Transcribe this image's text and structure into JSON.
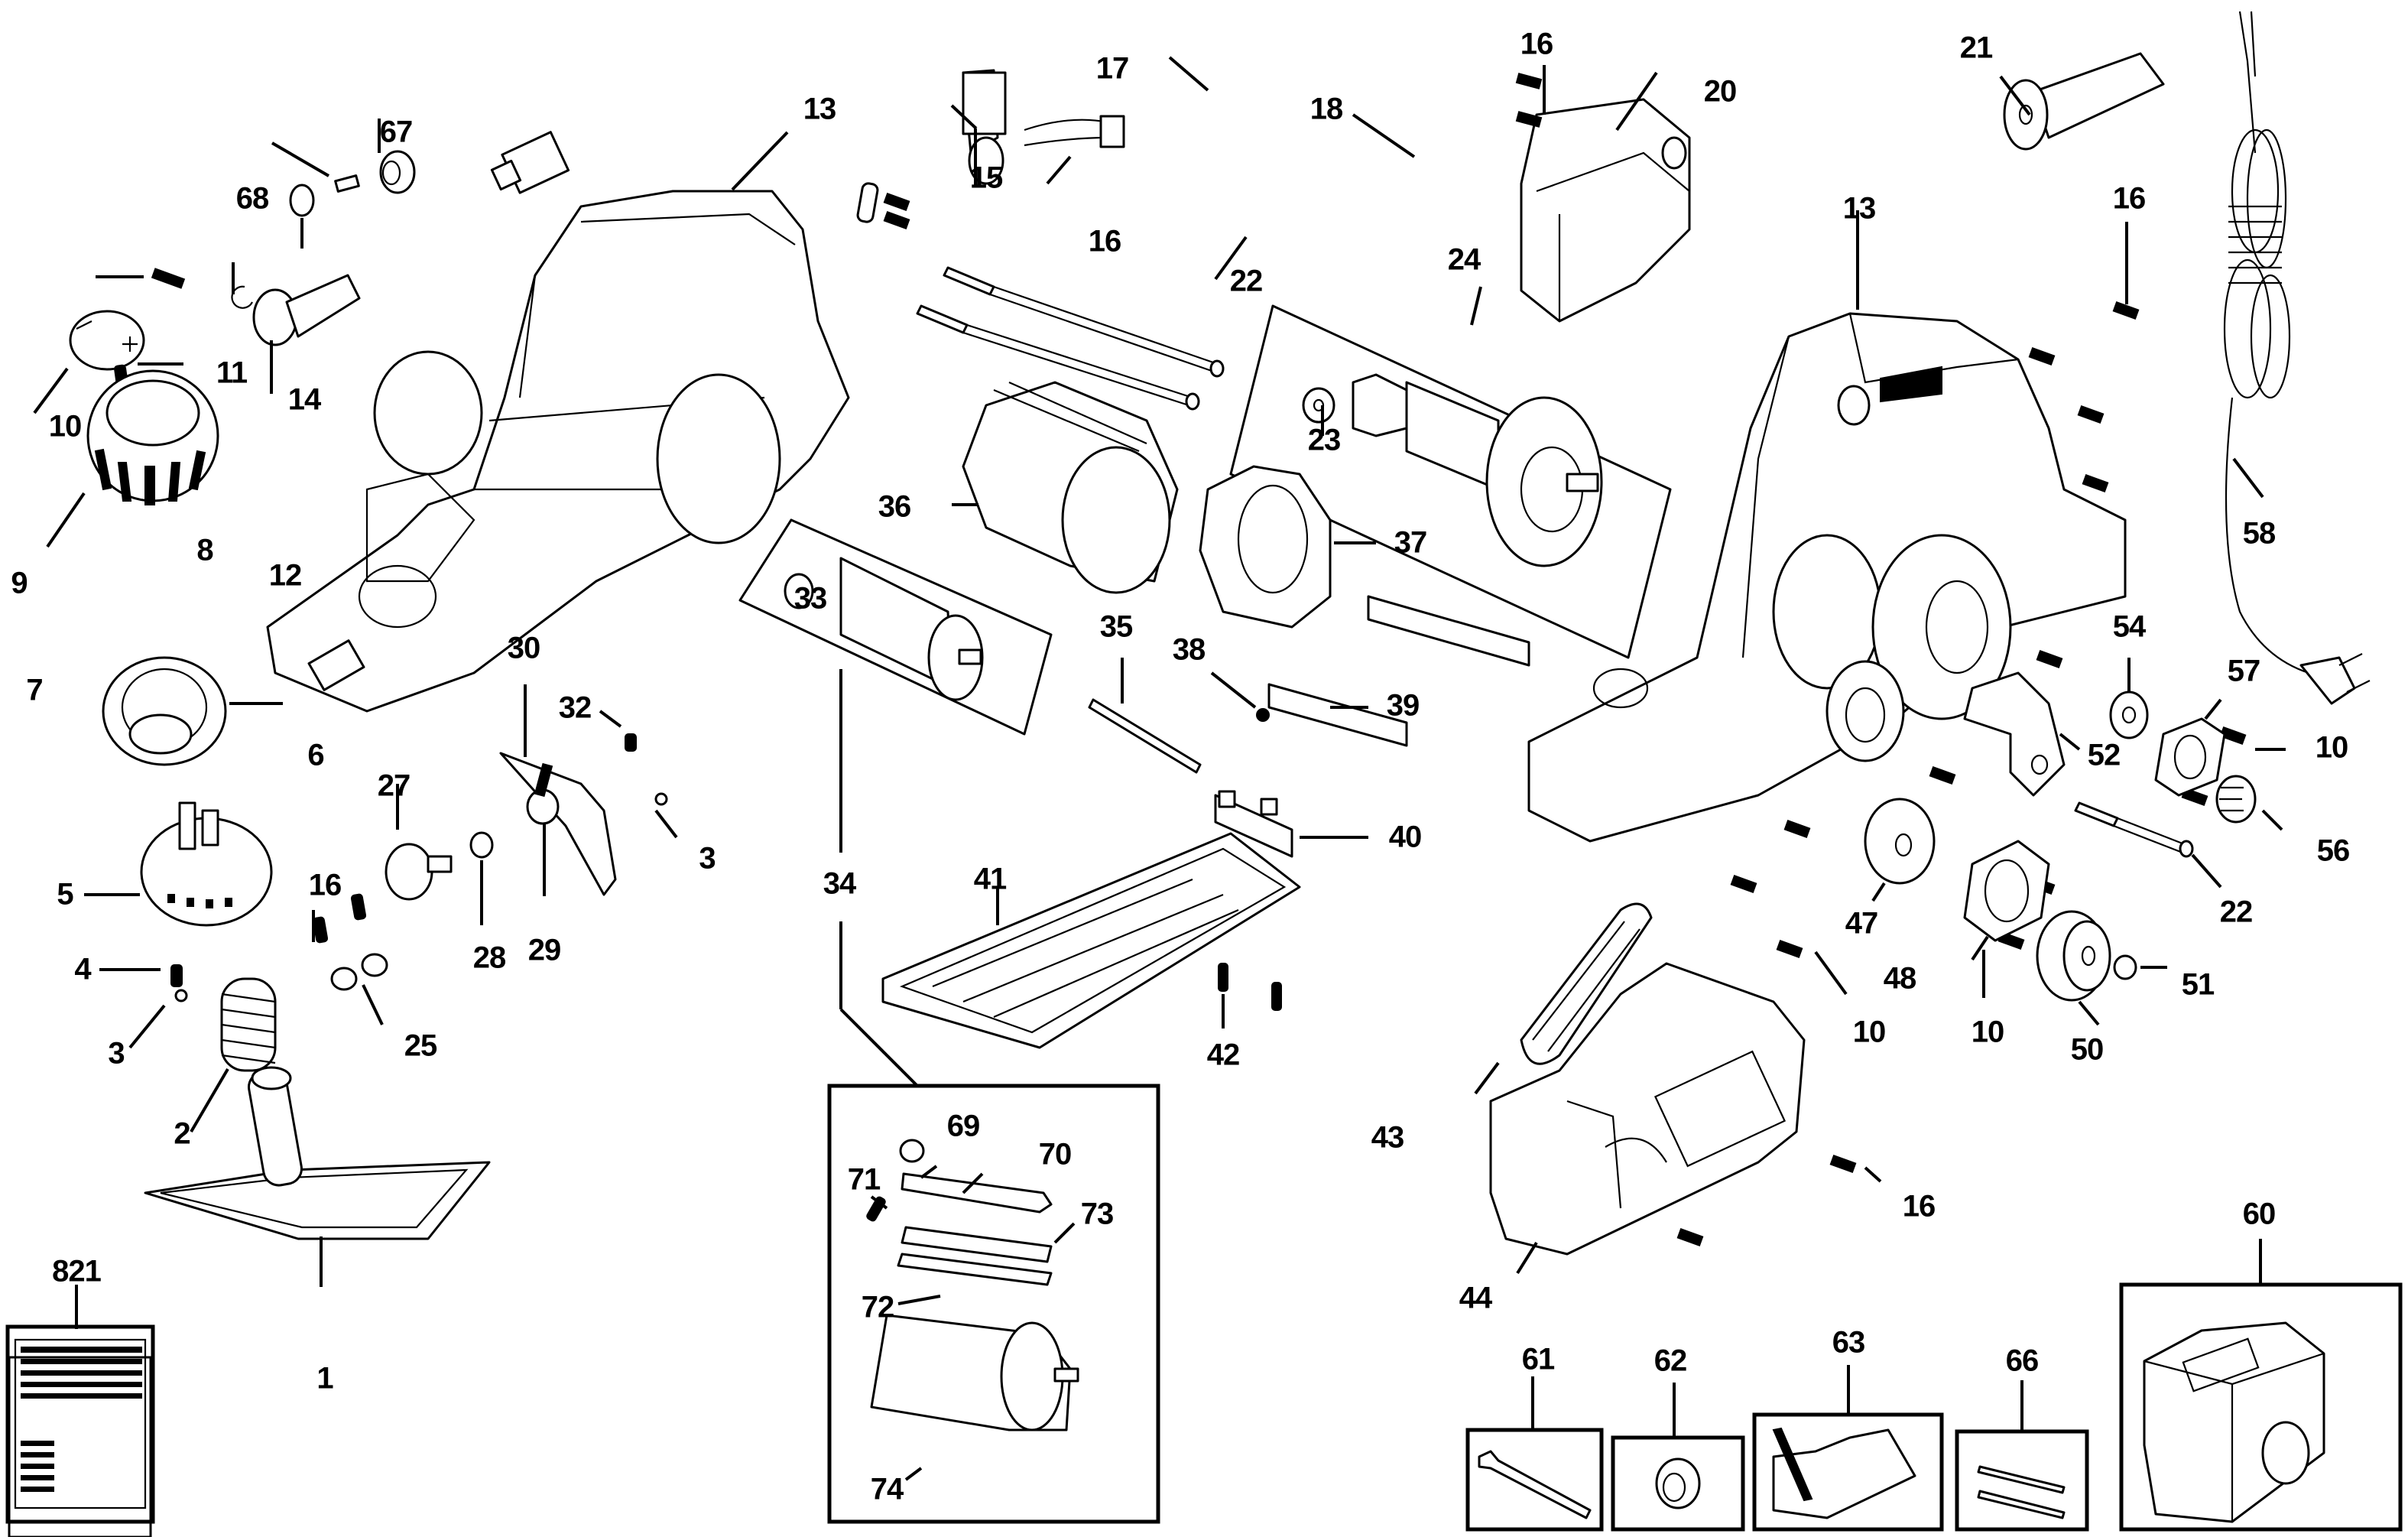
{
  "diagram": {
    "type": "exploded-parts-view",
    "subject": "electric hand planer",
    "labels": [
      {
        "id": "lbl-1",
        "text": "1"
      },
      {
        "id": "lbl-2",
        "text": "2"
      },
      {
        "id": "lbl-3a",
        "text": "3"
      },
      {
        "id": "lbl-3b",
        "text": "3"
      },
      {
        "id": "lbl-4",
        "text": "4"
      },
      {
        "id": "lbl-5",
        "text": "5"
      },
      {
        "id": "lbl-6",
        "text": "6"
      },
      {
        "id": "lbl-7",
        "text": "7"
      },
      {
        "id": "lbl-8",
        "text": "8"
      },
      {
        "id": "lbl-9",
        "text": "9"
      },
      {
        "id": "lbl-10a",
        "text": "10"
      },
      {
        "id": "lbl-10b",
        "text": "10"
      },
      {
        "id": "lbl-10c",
        "text": "10"
      },
      {
        "id": "lbl-10d",
        "text": "10"
      },
      {
        "id": "lbl-11",
        "text": "11"
      },
      {
        "id": "lbl-12",
        "text": "12"
      },
      {
        "id": "lbl-13a",
        "text": "13"
      },
      {
        "id": "lbl-13b",
        "text": "13"
      },
      {
        "id": "lbl-14",
        "text": "14"
      },
      {
        "id": "lbl-15",
        "text": "15"
      },
      {
        "id": "lbl-16a",
        "text": "16"
      },
      {
        "id": "lbl-16b",
        "text": "16"
      },
      {
        "id": "lbl-16c",
        "text": "16"
      },
      {
        "id": "lbl-16d",
        "text": "16"
      },
      {
        "id": "lbl-16e",
        "text": "16"
      },
      {
        "id": "lbl-17",
        "text": "17"
      },
      {
        "id": "lbl-18",
        "text": "18"
      },
      {
        "id": "lbl-20",
        "text": "20"
      },
      {
        "id": "lbl-21",
        "text": "21"
      },
      {
        "id": "lbl-22a",
        "text": "22"
      },
      {
        "id": "lbl-22b",
        "text": "22"
      },
      {
        "id": "lbl-23",
        "text": "23"
      },
      {
        "id": "lbl-24",
        "text": "24"
      },
      {
        "id": "lbl-25",
        "text": "25"
      },
      {
        "id": "lbl-27",
        "text": "27"
      },
      {
        "id": "lbl-28",
        "text": "28"
      },
      {
        "id": "lbl-29",
        "text": "29"
      },
      {
        "id": "lbl-30",
        "text": "30"
      },
      {
        "id": "lbl-32",
        "text": "32"
      },
      {
        "id": "lbl-33",
        "text": "33"
      },
      {
        "id": "lbl-34",
        "text": "34"
      },
      {
        "id": "lbl-35",
        "text": "35"
      },
      {
        "id": "lbl-36",
        "text": "36"
      },
      {
        "id": "lbl-37",
        "text": "37"
      },
      {
        "id": "lbl-38",
        "text": "38"
      },
      {
        "id": "lbl-39",
        "text": "39"
      },
      {
        "id": "lbl-40",
        "text": "40"
      },
      {
        "id": "lbl-41",
        "text": "41"
      },
      {
        "id": "lbl-42",
        "text": "42"
      },
      {
        "id": "lbl-43",
        "text": "43"
      },
      {
        "id": "lbl-44",
        "text": "44"
      },
      {
        "id": "lbl-47",
        "text": "47"
      },
      {
        "id": "lbl-48",
        "text": "48"
      },
      {
        "id": "lbl-50",
        "text": "50"
      },
      {
        "id": "lbl-51",
        "text": "51"
      },
      {
        "id": "lbl-52",
        "text": "52"
      },
      {
        "id": "lbl-54",
        "text": "54"
      },
      {
        "id": "lbl-56",
        "text": "56"
      },
      {
        "id": "lbl-57",
        "text": "57"
      },
      {
        "id": "lbl-58",
        "text": "58"
      },
      {
        "id": "lbl-60",
        "text": "60"
      },
      {
        "id": "lbl-61",
        "text": "61"
      },
      {
        "id": "lbl-62",
        "text": "62"
      },
      {
        "id": "lbl-63",
        "text": "63"
      },
      {
        "id": "lbl-66",
        "text": "66"
      },
      {
        "id": "lbl-67",
        "text": "67"
      },
      {
        "id": "lbl-68",
        "text": "68"
      },
      {
        "id": "lbl-69",
        "text": "69"
      },
      {
        "id": "lbl-70",
        "text": "70"
      },
      {
        "id": "lbl-71",
        "text": "71"
      },
      {
        "id": "lbl-72",
        "text": "72"
      },
      {
        "id": "lbl-73",
        "text": "73"
      },
      {
        "id": "lbl-74",
        "text": "74"
      },
      {
        "id": "lbl-821",
        "text": "821"
      }
    ],
    "kits": [
      {
        "id": "kit-34",
        "label": "34",
        "contains": [
          "69",
          "70",
          "71",
          "72",
          "73",
          "74"
        ]
      },
      {
        "id": "kit-60",
        "label": "60",
        "content": "carry case"
      },
      {
        "id": "kit-61",
        "label": "61",
        "content": "wrench"
      },
      {
        "id": "kit-62",
        "label": "62",
        "content": "dust adapter"
      },
      {
        "id": "kit-63",
        "label": "63",
        "content": "blade setting gauge"
      },
      {
        "id": "kit-66",
        "label": "66",
        "content": "blade pair"
      },
      {
        "id": "kit-821",
        "label": "821",
        "content": "instruction label"
      }
    ]
  }
}
